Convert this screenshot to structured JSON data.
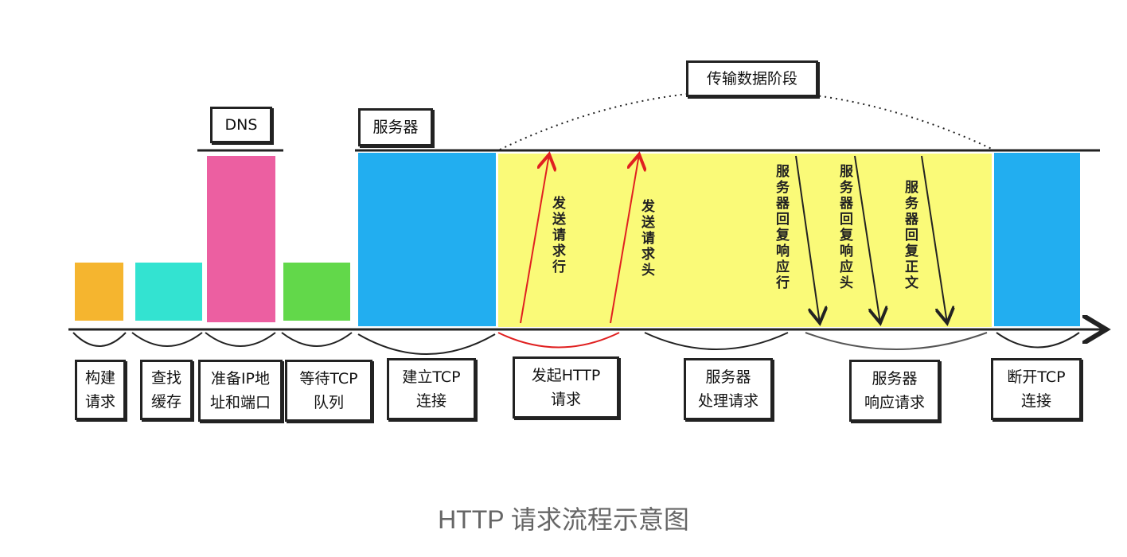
{
  "colors": {
    "build_request": "#f5b52f",
    "cache_lookup": "#33e3d1",
    "dns": "#ec5fa1",
    "tcp_queue": "#62d84a",
    "server": "#22aef0",
    "transfer": "#fafa78"
  },
  "header_labels": {
    "dns": "DNS",
    "server": "服务器",
    "transfer_phase": "传输数据阶段"
  },
  "arrow_labels": {
    "send_request_line": "发送请求行",
    "send_request_headers": "发送请求头",
    "response_line": "服务器回复响应行",
    "response_headers": "服务器回复响应头",
    "response_body": "服务器回复正文"
  },
  "stages": [
    {
      "label": "构建\n请求"
    },
    {
      "label": "查找\n缓存"
    },
    {
      "label": "准备IP地\n址和端口"
    },
    {
      "label": "等待TCP\n队列"
    },
    {
      "label": "建立TCP\n连接"
    },
    {
      "label": "发起HTTP\n请求"
    },
    {
      "label": "服务器\n处理请求"
    },
    {
      "label": "服务器\n响应请求"
    },
    {
      "label": "断开TCP\n连接"
    }
  ],
  "caption": "HTTP 请求流程示意图"
}
